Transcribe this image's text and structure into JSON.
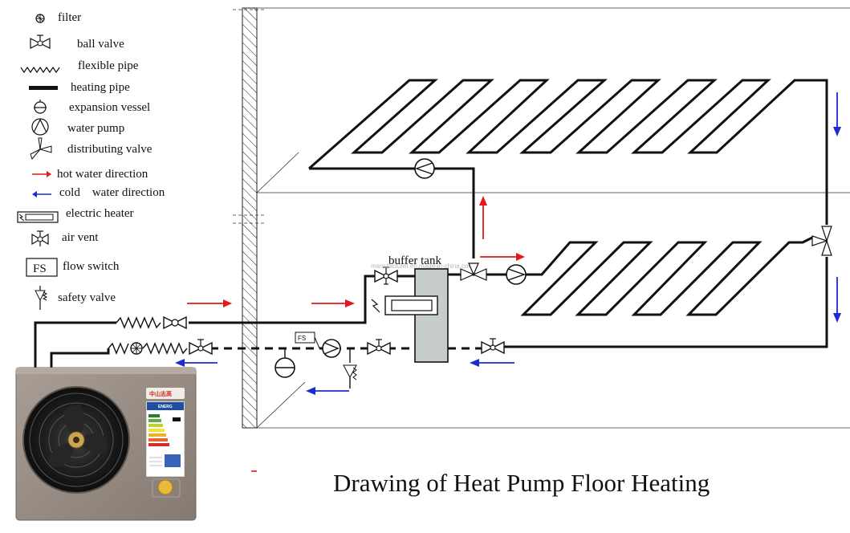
{
  "legend": [
    {
      "label": "filter",
      "icon": "filter-icon"
    },
    {
      "label": "ball valve",
      "icon": "ball-valve-icon"
    },
    {
      "label": "flexible pipe",
      "icon": "flexible-pipe-icon"
    },
    {
      "label": "heating pipe",
      "icon": "heating-pipe-icon"
    },
    {
      "label": "expansion vessel",
      "icon": "expansion-vessel-icon"
    },
    {
      "label": "water pump",
      "icon": "water-pump-icon"
    },
    {
      "label": "distributing valve",
      "icon": "distributing-valve-icon"
    },
    {
      "label": "hot water direction",
      "icon": "hot-arrow-icon"
    },
    {
      "label": "cold    water direction",
      "icon": "cold-arrow-icon"
    },
    {
      "label": "electric heater",
      "icon": "electric-heater-icon"
    },
    {
      "label": "air vent",
      "icon": "air-vent-icon"
    },
    {
      "label": "flow switch",
      "icon": "flow-switch-icon"
    },
    {
      "label": "safety valve",
      "icon": "safety-valve-icon"
    }
  ],
  "diagram": {
    "title": "Drawing of Heat Pump Floor Heating",
    "buffer_tank_label": "buffer tank",
    "flow_switch_text": "FS",
    "watermark": "manufacturer.en.made-in-china.com"
  },
  "unit": {
    "brand": "中山志高",
    "energy_label": "ENERG"
  },
  "colors": {
    "hot": "#e3191b",
    "cold": "#1c2bd1",
    "pipe": "#111111",
    "tank": "#c7cccd",
    "unit_body": "#9a8f86"
  }
}
